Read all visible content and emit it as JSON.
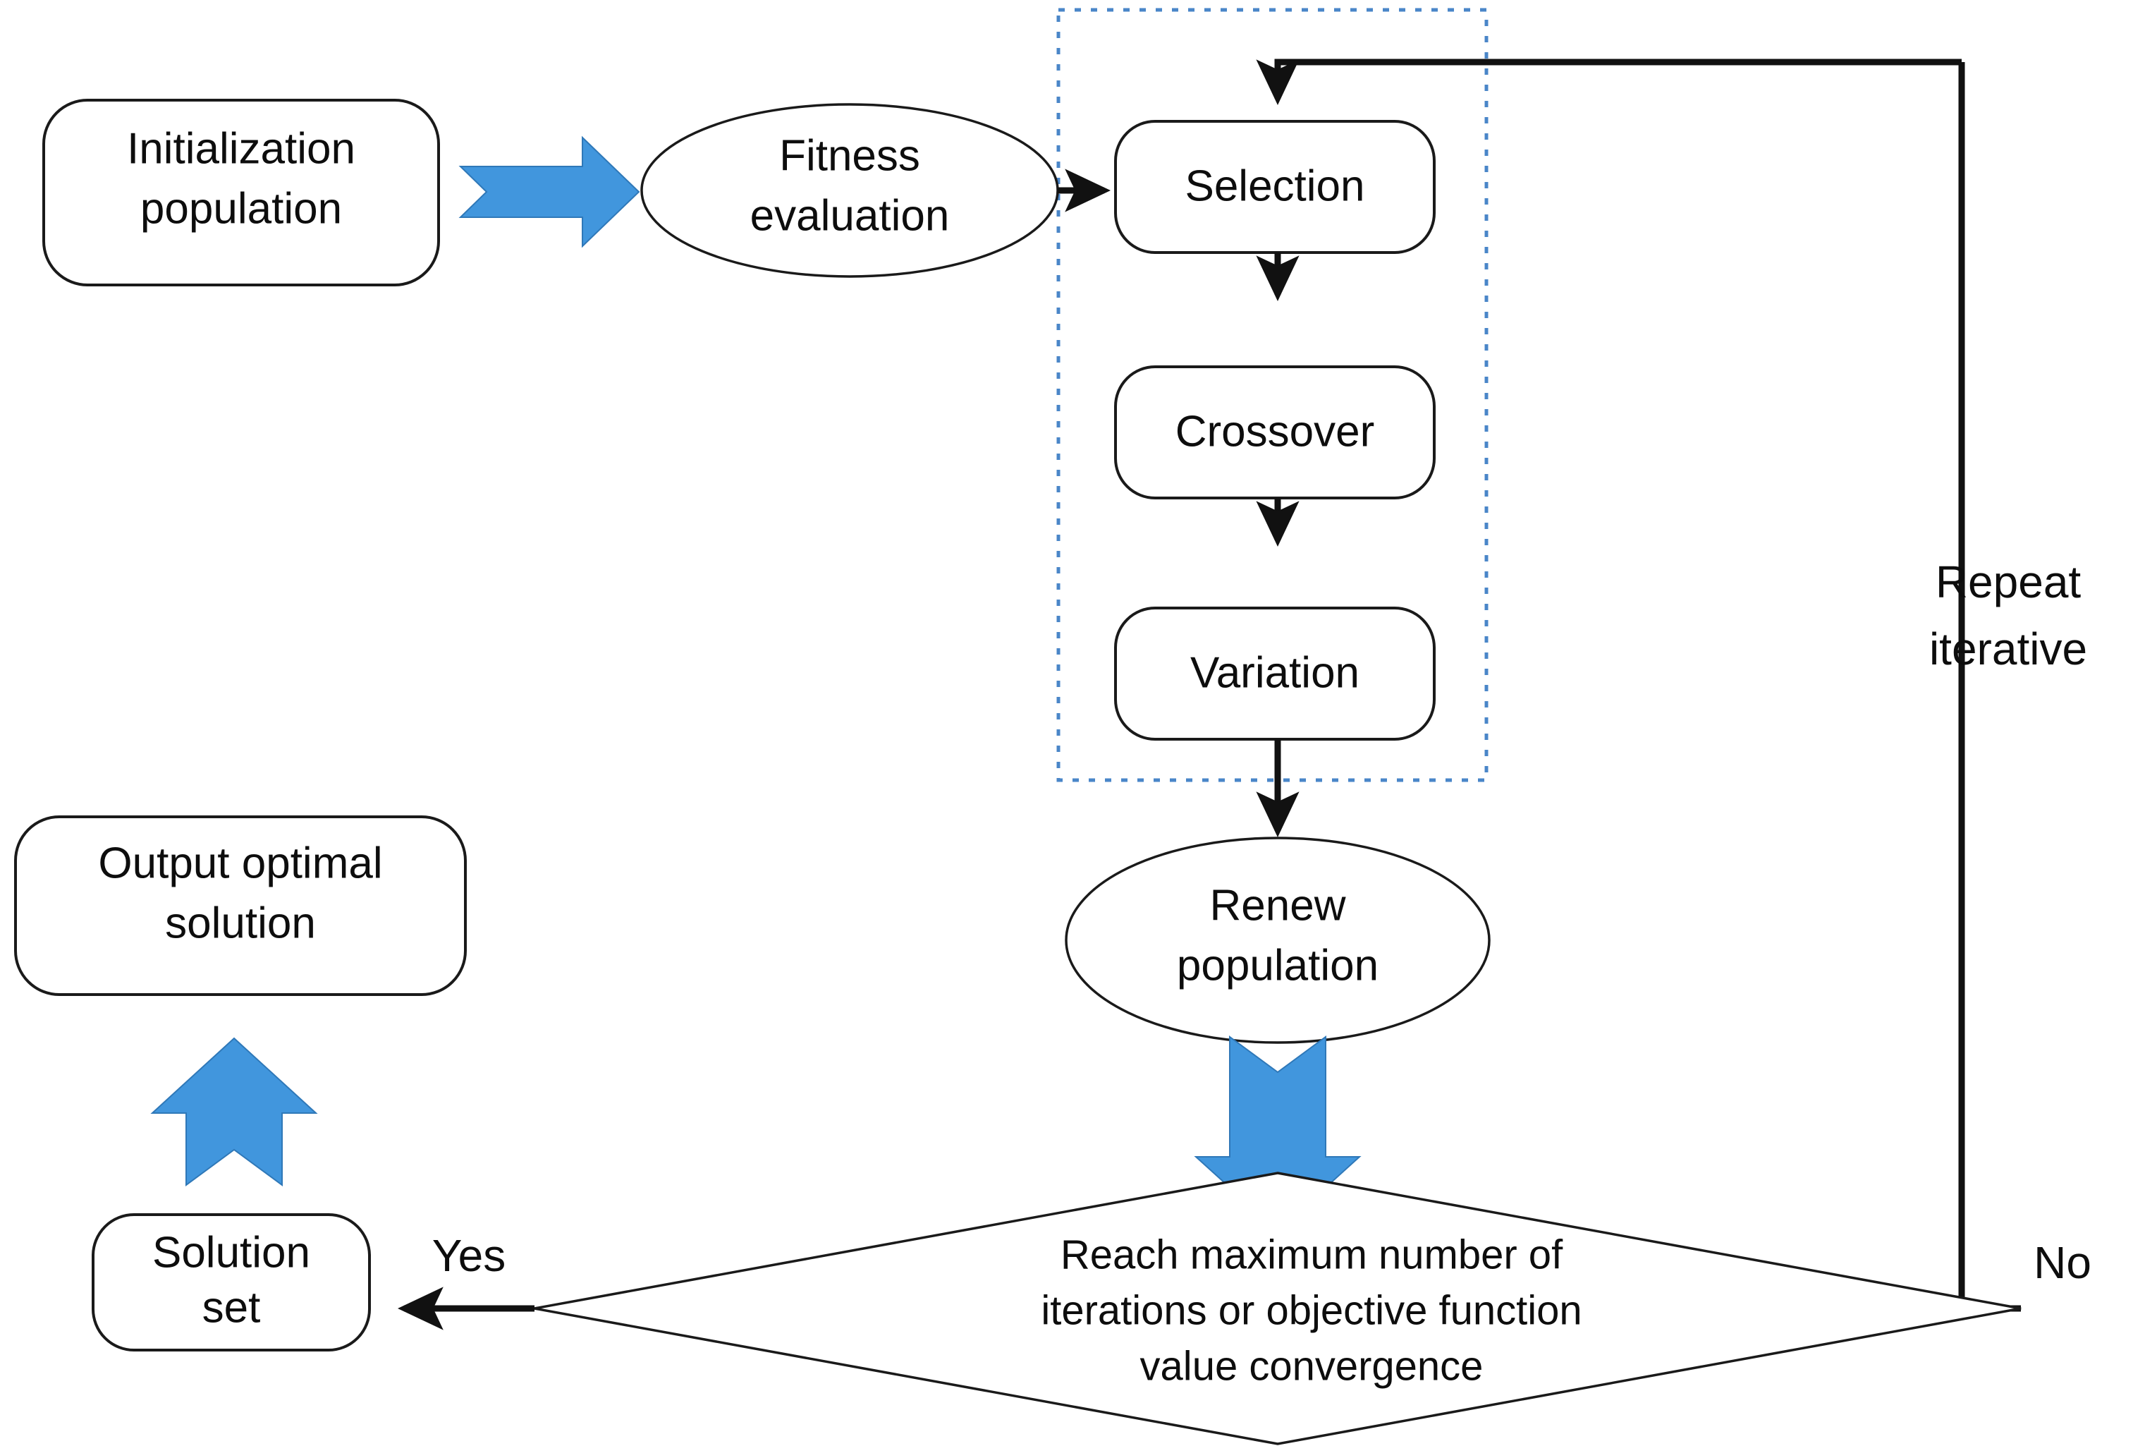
{
  "diagram": {
    "title": "Genetic algorithm optimization flowchart",
    "colors": {
      "blue_accent": "#4196dd",
      "blue_accent_stroke": "#2f78b8",
      "dotted_group_border": "#4a86c8",
      "line": "#111111",
      "text": "#0d0d0d",
      "background": "#ffffff"
    },
    "nodes": {
      "initialization": {
        "label_line1": "Initialization",
        "label_line2": "population",
        "shape": "rounded-rectangle"
      },
      "fitness_evaluation": {
        "label_line1": "Fitness",
        "label_line2": "evaluation",
        "shape": "ellipse"
      },
      "selection": {
        "label": "Selection",
        "shape": "rounded-rectangle"
      },
      "crossover": {
        "label": "Crossover",
        "shape": "rounded-rectangle"
      },
      "variation": {
        "label": "Variation",
        "shape": "rounded-rectangle"
      },
      "renew_population": {
        "label_line1": "Renew",
        "label_line2": "population",
        "shape": "ellipse"
      },
      "decision": {
        "label_line1": "Reach maximum number of",
        "label_line2": "iterations or objective function",
        "label_line3": "value convergence",
        "shape": "diamond"
      },
      "solution_set": {
        "label_line1": "Solution",
        "label_line2": "set",
        "shape": "rounded-rectangle"
      },
      "output_optimal_solution": {
        "label_line1": "Output optimal",
        "label_line2": "solution",
        "shape": "rounded-rectangle"
      }
    },
    "edge_labels": {
      "yes": "Yes",
      "no": "No",
      "repeat_line1": "Repeat",
      "repeat_line2": "iterative"
    }
  }
}
